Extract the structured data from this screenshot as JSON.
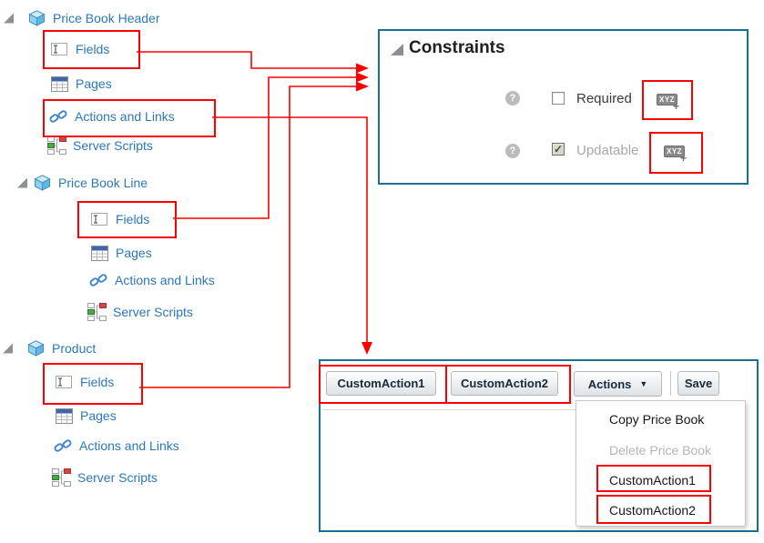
{
  "colors": {
    "annotation_red": "#ff0000",
    "panel_border_teal": "#19708f",
    "tree_link_blue": "#2b78b9"
  },
  "icons": {
    "expand_triangle": "expanded-node-triangle",
    "object_cube": "custom-object-cube",
    "fields": "text-field-icon",
    "pages": "page-window-icon",
    "actions_links": "chain-link-icon",
    "server_scripts": "script-nodes-icon",
    "help_glyph": "?",
    "check_glyph": "✓",
    "caret_glyph": "▼",
    "xyz_badge": "XYZ",
    "xyz_plus": "+"
  },
  "tree": {
    "groups": [
      {
        "label": "Price Book Header",
        "children": [
          "Fields",
          "Pages",
          "Actions and Links",
          "Server Scripts"
        ]
      },
      {
        "label": "Price Book Line",
        "children": [
          "Fields",
          "Pages",
          "Actions and Links",
          "Server Scripts"
        ]
      },
      {
        "label": "Product",
        "children": [
          "Fields",
          "Pages",
          "Actions and Links",
          "Server Scripts"
        ]
      }
    ]
  },
  "constraints_panel": {
    "title": "Constraints",
    "rows": [
      {
        "label": "Required",
        "checked": false
      },
      {
        "label": "Updatable",
        "checked": true
      }
    ]
  },
  "detail_panel": {
    "toolbar": {
      "custom_button_1": "CustomAction1",
      "custom_button_2": "CustomAction2",
      "actions_label": "Actions",
      "save_label": "Save"
    },
    "actions_menu": {
      "items": [
        {
          "label": "Copy Price Book",
          "disabled": false
        },
        {
          "label": "Delete Price Book",
          "disabled": true
        },
        {
          "label": "CustomAction1",
          "disabled": false
        },
        {
          "label": "CustomAction2",
          "disabled": false
        }
      ]
    }
  }
}
